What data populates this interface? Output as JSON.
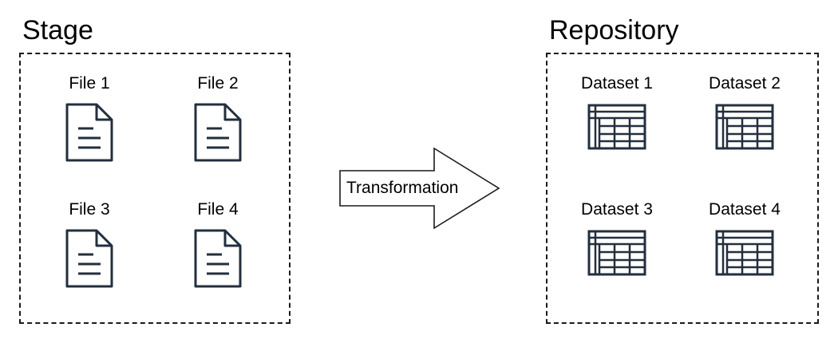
{
  "stage": {
    "title": "Stage",
    "files": [
      {
        "label": "File 1",
        "icon": "document-icon"
      },
      {
        "label": "File 2",
        "icon": "document-icon"
      },
      {
        "label": "File 3",
        "icon": "document-icon"
      },
      {
        "label": "File 4",
        "icon": "document-icon"
      }
    ]
  },
  "transformation": {
    "label": "Transformation",
    "icon": "right-arrow-icon"
  },
  "repository": {
    "title": "Repository",
    "datasets": [
      {
        "label": "Dataset 1",
        "icon": "table-icon"
      },
      {
        "label": "Dataset 2",
        "icon": "table-icon"
      },
      {
        "label": "Dataset 3",
        "icon": "table-icon"
      },
      {
        "label": "Dataset 4",
        "icon": "table-icon"
      }
    ]
  },
  "colors": {
    "stroke": "#232f3e",
    "border": "#1a1a1a",
    "text": "#000000"
  }
}
